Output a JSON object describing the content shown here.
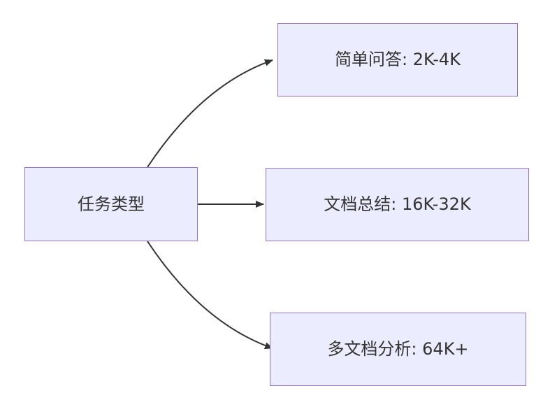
{
  "diagram": {
    "type": "flowchart",
    "root": {
      "label": "任务类型"
    },
    "branches": [
      {
        "label": "简单问答: 2K-4K"
      },
      {
        "label": "文档总结: 16K-32K"
      },
      {
        "label": "多文档分析: 64K+"
      }
    ],
    "colors": {
      "node_fill": "#ECECFF",
      "node_border": "#9370DB",
      "edge": "#333333",
      "text": "#333333",
      "background": "#FFFFFF"
    }
  }
}
